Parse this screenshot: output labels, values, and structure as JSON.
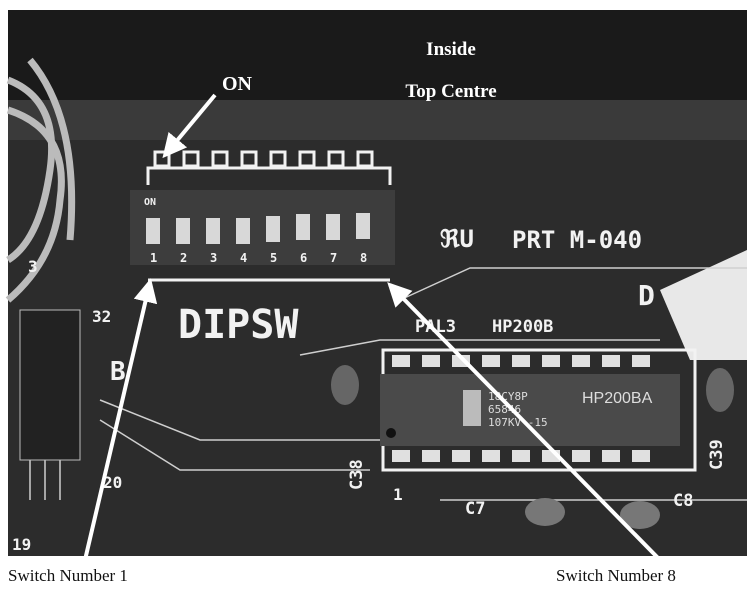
{
  "annotations": {
    "top_label_line1": "Inside",
    "top_label_line2": "Top Centre",
    "on_label": "ON",
    "caption_left": "Switch Number 1",
    "caption_right": "Switch Number 8"
  },
  "board": {
    "dip_on": "ON",
    "switch_numbers": [
      "1",
      "2",
      "3",
      "4",
      "5",
      "6",
      "7",
      "8"
    ],
    "dipsw": "DIPSW",
    "ul_mark": "ℜU",
    "prt": "PRT M-040",
    "pal": "PAL3",
    "hp": "HP200B",
    "chip_line1": "18CY8P",
    "chip_line2": "65846",
    "chip_line3": "107KV -15",
    "chip_brand": "HP200BA",
    "c38": "C38",
    "c39": "C39",
    "c7": "C7",
    "c8": "C8",
    "n32": "32",
    "n20": "20",
    "n19": "19",
    "n3": "3",
    "n1": "1",
    "b": "B",
    "d": "D"
  },
  "colors": {
    "board": "#2a2a2a",
    "silk": "#f2f2f2",
    "background": "#ffffff"
  }
}
